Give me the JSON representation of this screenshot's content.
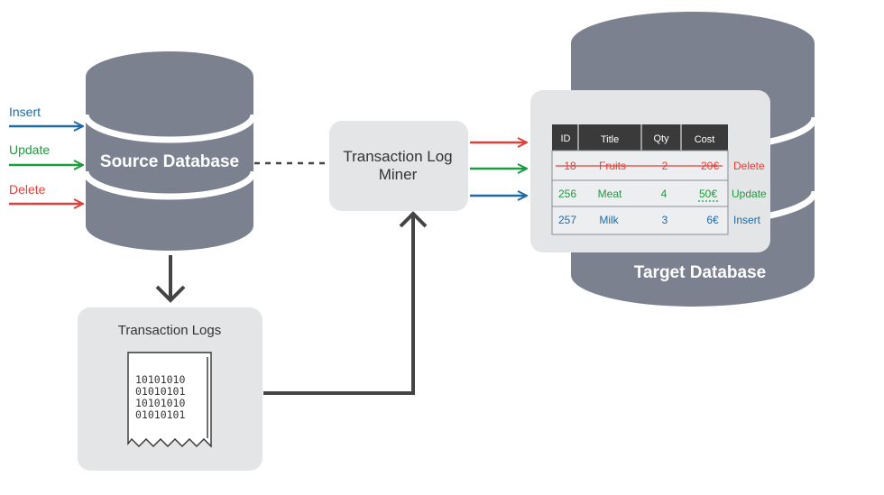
{
  "source_db": {
    "label": "Source Database",
    "operations": [
      {
        "label": "Insert",
        "color": "#1f6aa5"
      },
      {
        "label": "Update",
        "color": "#1e9a3f"
      },
      {
        "label": "Delete",
        "color": "#e0403a"
      }
    ]
  },
  "miner": {
    "label_line1": "Transaction Log",
    "label_line2": "Miner"
  },
  "logs": {
    "title": "Transaction Logs",
    "bits": [
      "10101010",
      "01010101",
      "10101010",
      "01010101"
    ]
  },
  "target_db": {
    "label": "Target Database"
  },
  "table": {
    "headers": [
      "ID",
      "Title",
      "Qty",
      "Cost"
    ],
    "rows": [
      {
        "id": "18",
        "title": "Fruits",
        "qty": "2",
        "cost": "20€",
        "op": "Delete",
        "color": "#e0403a"
      },
      {
        "id": "256",
        "title": "Meat",
        "qty": "4",
        "cost": "50€",
        "op": "Update",
        "color": "#1e9a3f"
      },
      {
        "id": "257",
        "title": "Milk",
        "qty": "3",
        "cost": "6€",
        "op": "Insert",
        "color": "#1f6aa5"
      }
    ]
  },
  "colors": {
    "cylinder": "#7c8190",
    "box": "#e4e5e7",
    "connector": "#444444",
    "header_bg": "#3a3a3a"
  }
}
